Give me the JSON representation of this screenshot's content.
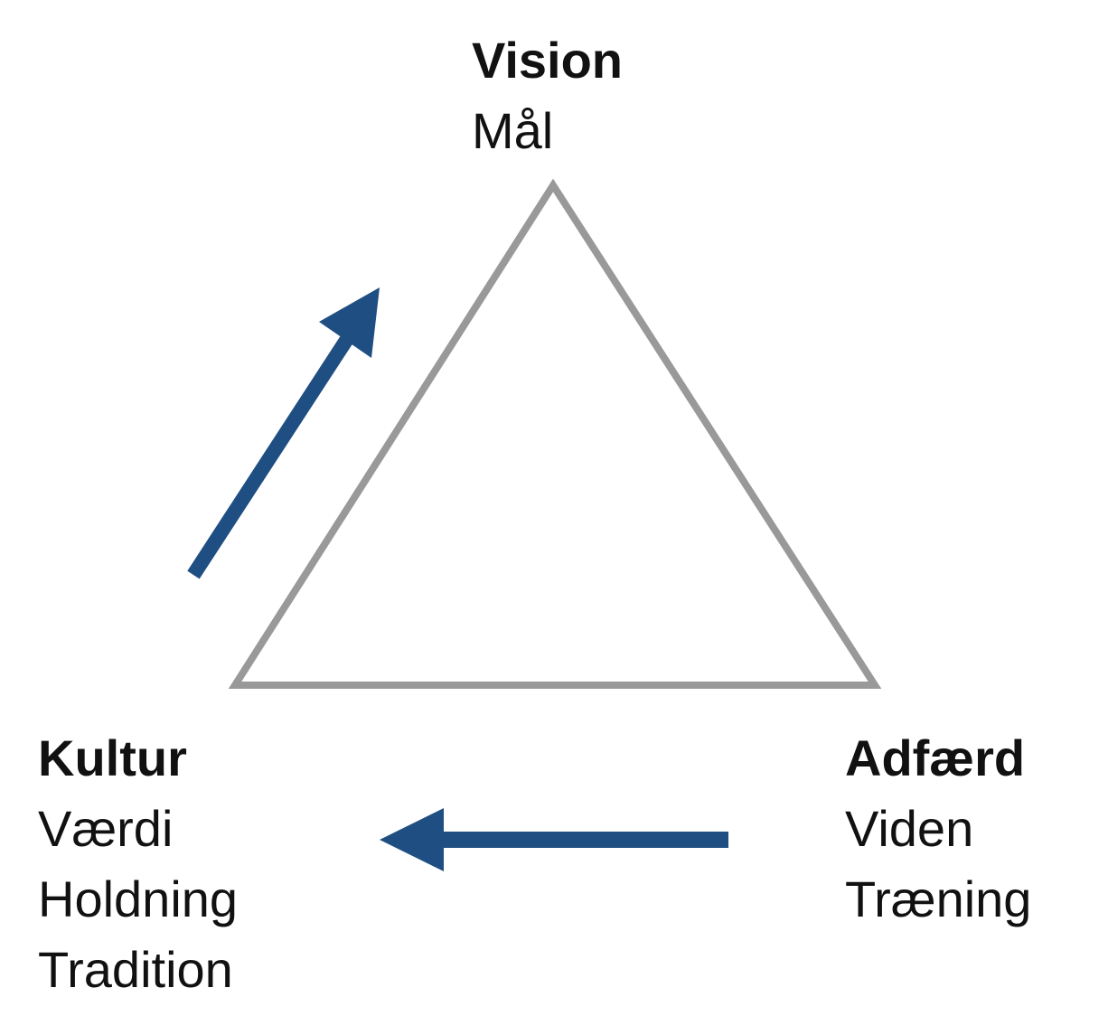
{
  "nodes": {
    "vision": {
      "title": "Vision",
      "items": [
        "Mål"
      ]
    },
    "kultur": {
      "title": "Kultur",
      "items": [
        "Værdi",
        "Holdning",
        "Tradition"
      ]
    },
    "adfaerd": {
      "title": "Adfærd",
      "items": [
        "Viden",
        "Træning"
      ]
    }
  },
  "colors": {
    "triangle_stroke": "#999999",
    "arrow": "#1f4e82",
    "text": "#111111"
  }
}
